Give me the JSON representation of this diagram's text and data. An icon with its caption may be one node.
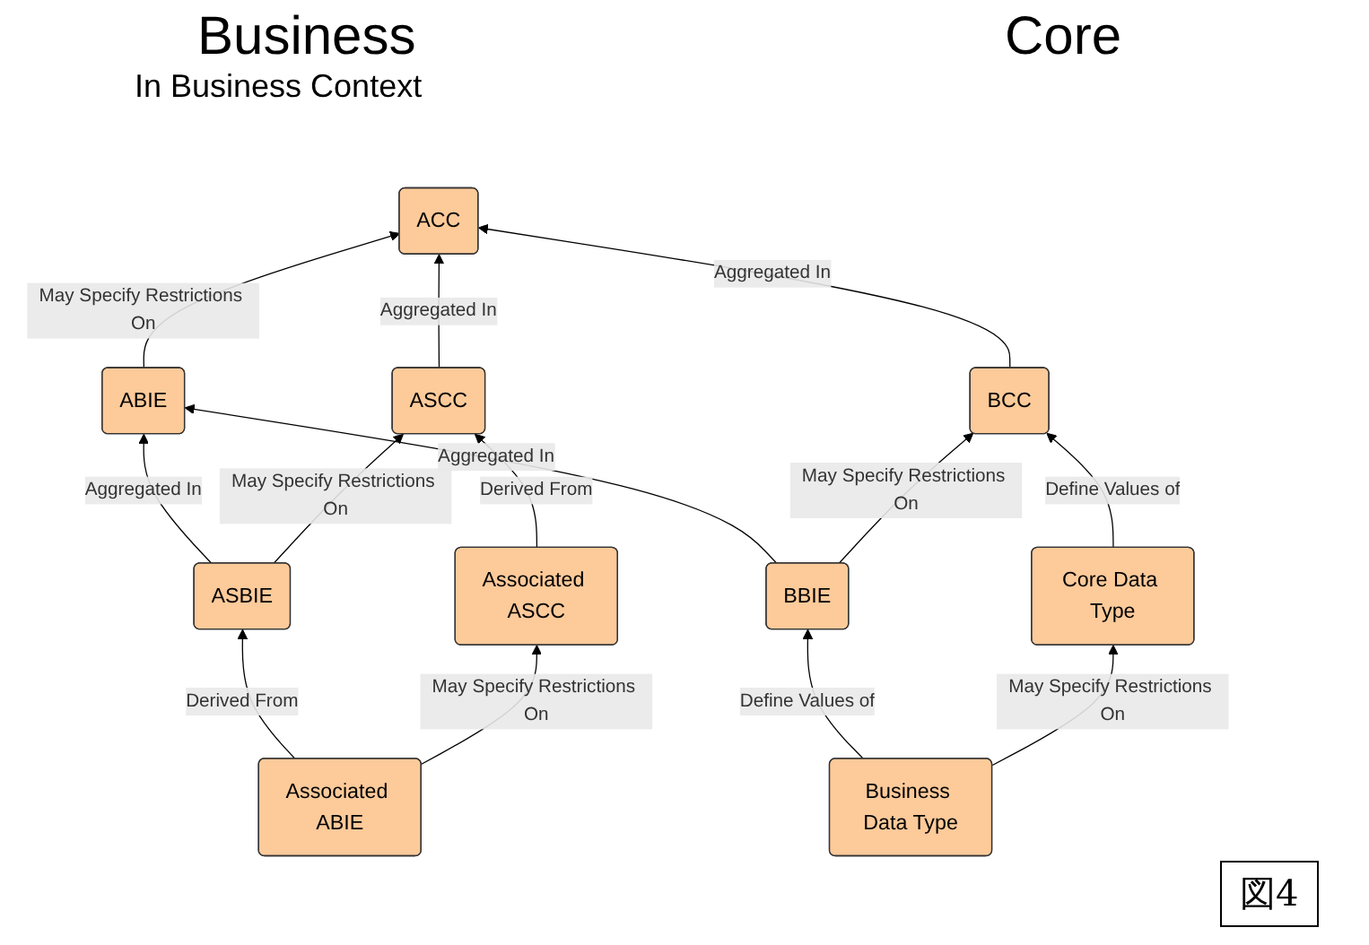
{
  "diagram": {
    "nodes": [
      {
        "text": [
          "ABIE"
        ]
      },
      {
        "text": [
          "ACC"
        ]
      },
      {
        "text": [
          "ASBIE"
        ]
      },
      {
        "text": [
          "ASCC"
        ]
      },
      {
        "text": [
          "Associated ABIE"
        ]
      },
      {
        "text": [
          "Associated ASCC"
        ]
      },
      {
        "text": [
          "BBIE"
        ]
      },
      {
        "text": [
          "BCC"
        ]
      },
      {
        "text": [
          "Business Data Type"
        ]
      },
      {
        "text": [
          "Core Data Type"
        ]
      }
    ],
    "edges": [
      {
        "from": 0,
        "to": 1,
        "arrow": "to",
        "label": "May Specify Restrictions On"
      },
      {
        "from": 2,
        "to": 0,
        "arrow": "to",
        "label": "Aggregated In"
      },
      {
        "from": 3,
        "to": 1,
        "arrow": "to",
        "label": "Aggregated In"
      },
      {
        "from": 2,
        "to": 3,
        "arrow": "to",
        "label": "May Specify Restrictions On"
      },
      {
        "from": 6,
        "to": 0,
        "arrow": "to",
        "label": "Aggregated In"
      },
      {
        "from": 4,
        "to": 2,
        "arrow": "to",
        "label": "Derived From"
      },
      {
        "from": 5,
        "to": 3,
        "arrow": "to",
        "label": "Derived From"
      },
      {
        "from": 7,
        "to": 1,
        "arrow": "to",
        "label": "Aggregated In"
      },
      {
        "from": 4,
        "to": 5,
        "arrow": "to",
        "label": "May Specify Restrictions On"
      },
      {
        "from": 6,
        "to": 7,
        "arrow": "to",
        "label": "May Specify Restrictions On"
      },
      {
        "from": 8,
        "to": 6,
        "arrow": "to",
        "label": "Define Values of"
      },
      {
        "from": 9,
        "to": 7,
        "arrow": "to",
        "label": "Define Values of"
      },
      {
        "from": 8,
        "to": 9,
        "arrow": "to",
        "label": "May Specify Restrictions On"
      }
    ],
    "labels": [
      "Business",
      "In Business Context",
      "Core",
      "図4"
    ]
  }
}
